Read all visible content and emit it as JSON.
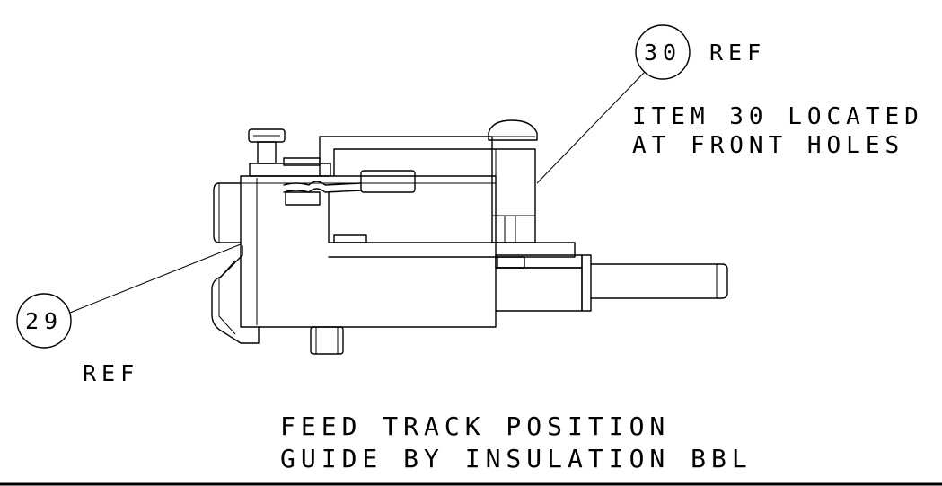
{
  "callouts": [
    {
      "number": "30",
      "suffix": "REF"
    },
    {
      "number": "29",
      "suffix": "REF"
    }
  ],
  "notes": {
    "item30_line1": "ITEM 30 LOCATED",
    "item30_line2": "AT FRONT HOLES"
  },
  "caption": {
    "line1": "FEED TRACK POSITION",
    "line2": "GUIDE BY INSULATION BBL"
  },
  "colors": {
    "ink": "#000000",
    "paper": "#ffffff"
  }
}
